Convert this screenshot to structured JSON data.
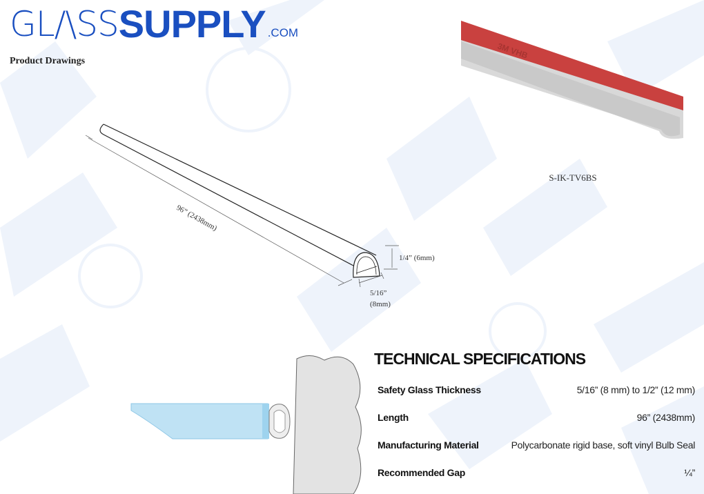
{
  "logo": {
    "thin": "GL/\\SS",
    "bold": "SUPPLY",
    "com": ".COM"
  },
  "section_title": "Product Drawings",
  "product_sku": "S-IK-TV6BS",
  "drawing": {
    "length_label": "96” (2438mm)",
    "height_label": "1/4” (6mm)",
    "width_label_1": "5/16”",
    "width_label_2": "(8mm)"
  },
  "photo": {
    "tape_text": "3M VHB"
  },
  "specs": {
    "title": "TECHNICAL SPECIFICATIONS",
    "rows": [
      {
        "label": "Safety Glass Thickness",
        "value": "5/16” (8 mm) to 1/2” (12 mm)"
      },
      {
        "label": "Length",
        "value": "96” (2438mm)"
      },
      {
        "label": "Manufacturing Material",
        "value": "Polycarbonate rigid base, soft vinyl Bulb Seal"
      },
      {
        "label": "Recommended Gap",
        "value": "¼”"
      }
    ]
  },
  "colors": {
    "brand": "#1a4fc0",
    "tape": "#c9413f"
  }
}
